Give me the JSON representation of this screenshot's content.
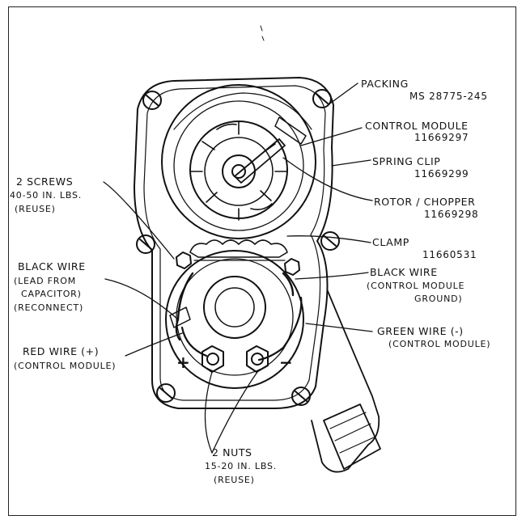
{
  "labels": {
    "packing": "PACKING",
    "packing_part": "MS 28775-245",
    "control_module": "CONTROL MODULE",
    "control_module_part": "11669297",
    "spring_clip": "SPRING CLIP",
    "spring_clip_part": "11669299",
    "rotor": "ROTOR / CHOPPER",
    "rotor_part": "11669298",
    "clamp": "CLAMP",
    "clamp_part": "11660531",
    "black_wire_right": "BLACK WIRE",
    "black_wire_right_sub1": "(CONTROL MODULE",
    "black_wire_right_sub2": "GROUND)",
    "green_wire": "GREEN WIRE (-)",
    "green_wire_sub": "(CONTROL MODULE)",
    "screws": "2 SCREWS",
    "screws_torque": "40-50 IN. LBS.",
    "screws_reuse": "(REUSE)",
    "black_wire_left": "BLACK WIRE",
    "black_wire_left_sub1": "(LEAD FROM",
    "black_wire_left_sub2": "CAPACITOR)",
    "black_wire_left_sub3": "(RECONNECT)",
    "red_wire": "RED WIRE (+)",
    "red_wire_sub": "(CONTROL MODULE)",
    "nuts": "2 NUTS",
    "nuts_torque": "15-20 IN. LBS.",
    "nuts_reuse": "(REUSE)",
    "plus_sign": "+",
    "minus_sign": "−"
  },
  "colors": {
    "ink": "#111111",
    "frame": "#222222"
  }
}
